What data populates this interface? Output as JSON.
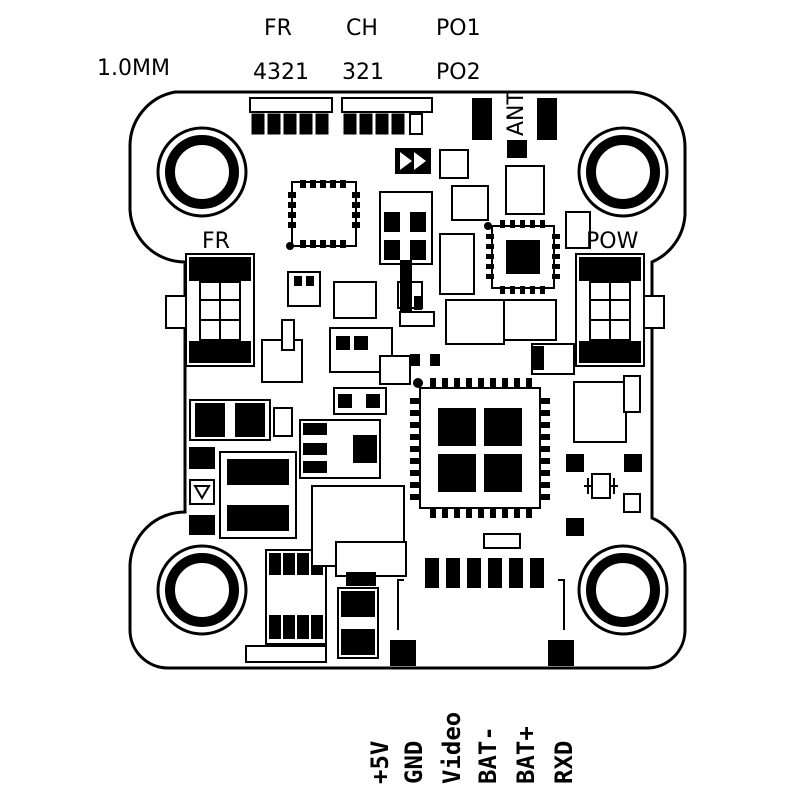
{
  "labels": {
    "thickness": "1.0MM",
    "fr_header": "FR",
    "fr_pins": "4321",
    "ch_header": "CH",
    "ch_pins": "321",
    "po1": "PO1",
    "po2": "PO2",
    "ant": "ANT",
    "fr_connector": "FR",
    "pow_connector": "POW"
  },
  "bottom_pins": [
    "+5V",
    "GND",
    "Video",
    "BAT-",
    "BAT+",
    "RXD"
  ],
  "colors": {
    "ink": "#000000",
    "board": "#ffffff"
  }
}
